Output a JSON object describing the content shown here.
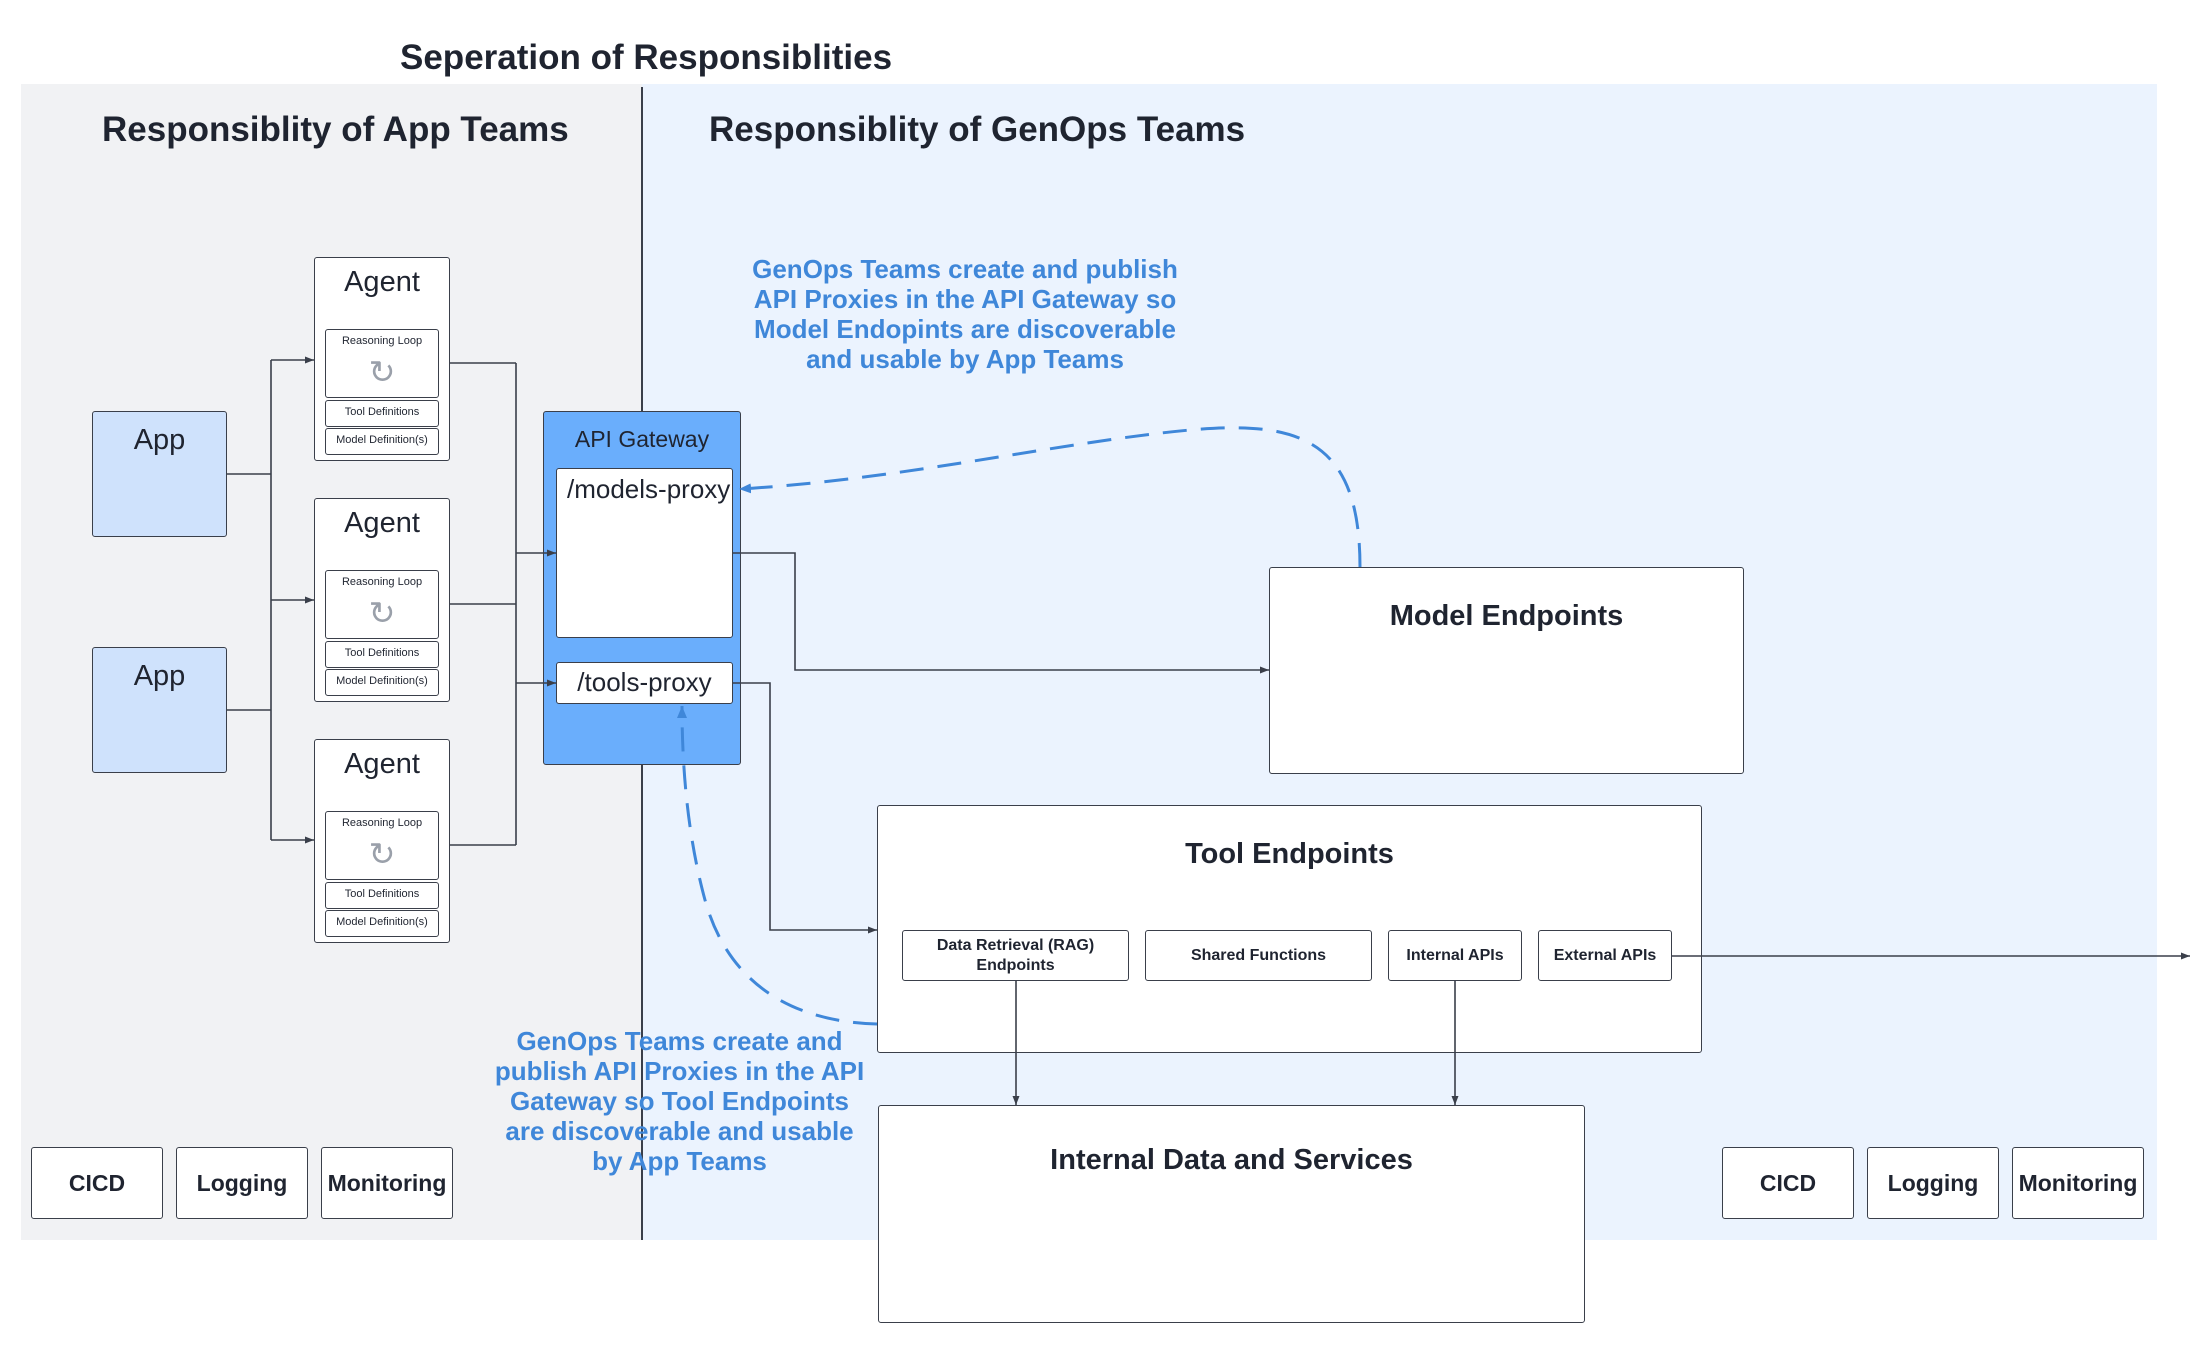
{
  "title": "Seperation of Responsiblities",
  "left_region": {
    "title": "Responsiblity of App Teams"
  },
  "right_region": {
    "title": "Responsiblity of GenOps Teams"
  },
  "apps": [
    {
      "label": "App"
    },
    {
      "label": "App"
    }
  ],
  "agents": [
    {
      "title": "Agent",
      "reasoning_loop": "Reasoning Loop",
      "tool_definitions": "Tool Definitions",
      "model_definitions": "Model Definition(s)"
    },
    {
      "title": "Agent",
      "reasoning_loop": "Reasoning Loop",
      "tool_definitions": "Tool Definitions",
      "model_definitions": "Model Definition(s)"
    },
    {
      "title": "Agent",
      "reasoning_loop": "Reasoning Loop",
      "tool_definitions": "Tool Definitions",
      "model_definitions": "Model Definition(s)"
    }
  ],
  "api_gateway": {
    "label": "API Gateway",
    "models_proxy": "/models-proxy",
    "tools_proxy": "/tools-proxy"
  },
  "model_endpoints": {
    "title": "Model Endpoints"
  },
  "tool_endpoints": {
    "title": "Tool Endpoints",
    "items": [
      "Data Retrieval (RAG) Endpoints",
      "Shared Functions",
      "Internal APIs",
      "External APIs"
    ]
  },
  "internal_data": {
    "title": "Internal Data and Services"
  },
  "annotations": {
    "models": "GenOps Teams create and publish API Proxies in the API Gateway so Model Endopints are discoverable and usable by App Teams",
    "tools": "GenOps Teams create and publish API Proxies in the API Gateway so Tool Endpoints are discoverable and usable by App Teams"
  },
  "left_ops": [
    "CICD",
    "Logging",
    "Monitoring"
  ],
  "right_ops": [
    "CICD",
    "Logging",
    "Monitoring"
  ],
  "colors": {
    "left_region": "#f1f2f4",
    "right_region": "#ebf3fe",
    "app_fill": "#cfe2fc",
    "gateway_fill": "#6aaefc",
    "annotation": "#3f87d9",
    "line": "#3a3f4a"
  },
  "icons": {
    "reasoning_loop": "refresh-icon"
  }
}
